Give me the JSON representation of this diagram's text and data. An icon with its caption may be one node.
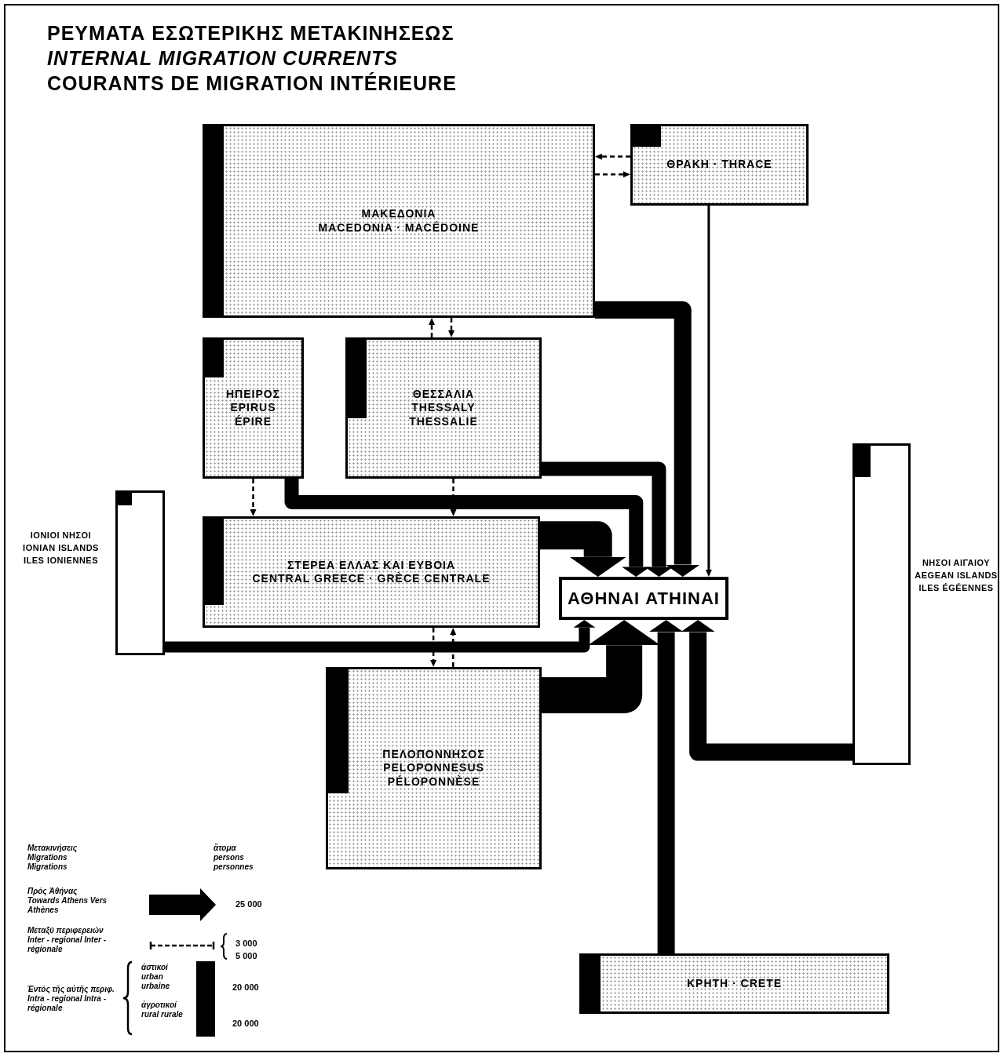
{
  "diagram": {
    "title": "ΡΕΥΜΑΤΑ ΕΣΩΤΕΡΙΚΗΣ ΜΕΤΑΚΙΝΗΣΕΩΣ",
    "nodes": [
      {
        "text": [
          "ΜΑΚΕΔΟΝΙΑ",
          "MACEDONIA · MACÉDOINE"
        ]
      },
      {
        "text": [
          "ΘΡΑΚΗ · THRACE"
        ]
      },
      {
        "text": [
          "ΗΠΕΙΡΟΣ",
          "EPIRUS",
          "ÉPIRE"
        ]
      },
      {
        "text": [
          "ΘΕΣΣΑΛΙΑ",
          "THESSALY",
          "THESSALIE"
        ]
      },
      {
        "text": [
          "ΣΤΕΡΕΑ ΕΛΛΑΣ ΚΑΙ ΕΥΒΟΙΑ",
          "CENTRAL GREECE · GRÈCE CENTRALE"
        ]
      },
      {
        "text": [],
        "shape": "box",
        "beside": [
          "ΙΟΝΙΟΙ ΝΗΣΟΙ",
          "IONIAN ISLANDS",
          "ILES IONIENNES"
        ]
      },
      {
        "text": [
          "ΑΘΗΝΑΙ ATHINAI"
        ]
      },
      {
        "text": [],
        "shape": "box",
        "beside": [
          "ΝΗΣΟΙ ΑΙΓΑΙΟΥ",
          "AEGEAN ISLANDS",
          "ILES ÉGÉENNES"
        ]
      },
      {
        "text": [
          "ΠΕΛΟΠΟΝΝΗΣΟΣ",
          "PELOPONNESUS",
          "PÉLOPONNÈSE"
        ]
      },
      {
        "text": [
          "ΚΡΗΤΗ · CRETE"
        ]
      }
    ],
    "edges": [
      {
        "from": 0,
        "to": 6,
        "arrow": "to",
        "style": "thick"
      },
      {
        "from": 1,
        "to": 6,
        "arrow": "to"
      },
      {
        "from": 2,
        "to": 6,
        "arrow": "to",
        "style": "thick"
      },
      {
        "from": 3,
        "to": 6,
        "arrow": "to",
        "style": "thick"
      },
      {
        "from": 4,
        "to": 6,
        "arrow": "to",
        "style": "thick"
      },
      {
        "from": 5,
        "to": 6,
        "arrow": "to",
        "style": "thick"
      },
      {
        "from": 8,
        "to": 6,
        "arrow": "to",
        "style": "thick"
      },
      {
        "from": 9,
        "to": 6,
        "arrow": "to",
        "style": "thick"
      },
      {
        "from": 7,
        "to": 6,
        "arrow": "to",
        "style": "thick"
      },
      {
        "from": 1,
        "to": 0,
        "arrow": "to",
        "style": "dashed"
      },
      {
        "from": 0,
        "to": 1,
        "arrow": "to",
        "style": "dashed"
      },
      {
        "from": 3,
        "to": 0,
        "arrow": "to",
        "style": "dashed"
      },
      {
        "from": 0,
        "to": 3,
        "arrow": "to",
        "style": "dashed"
      },
      {
        "from": 2,
        "to": 4,
        "arrow": "to",
        "style": "dashed"
      },
      {
        "from": 3,
        "to": 4,
        "arrow": "to",
        "style": "dashed"
      },
      {
        "from": 4,
        "to": 8,
        "arrow": "to",
        "style": "dashed"
      },
      {
        "from": 8,
        "to": 4,
        "arrow": "to",
        "style": "dashed"
      }
    ],
    "labels": [
      "INTERNAL MIGRATION CURRENTS",
      "COURANTS DE MIGRATION INTÉRIEURE",
      "Μετακινήσεις Migrations Migrations",
      "ἄτομα persons personnes",
      "25 000",
      "3 000",
      "5 000",
      "ἀστικοί urban urbaine",
      "20 000",
      "ἀγροτικοί rural rurale",
      "20 000"
    ],
    "legend": [
      {
        "text": "Πρός Ἀθήνας Towards Athens Vers Athènes"
      },
      {
        "text": "Μεταξύ περιφερειών Inter - regional Inter - régionale"
      },
      {
        "text": "Ἐντός τῆς αὐτῆς περιφ. Intra - regional Intra - régionale",
        "color": "#000000"
      }
    ]
  }
}
